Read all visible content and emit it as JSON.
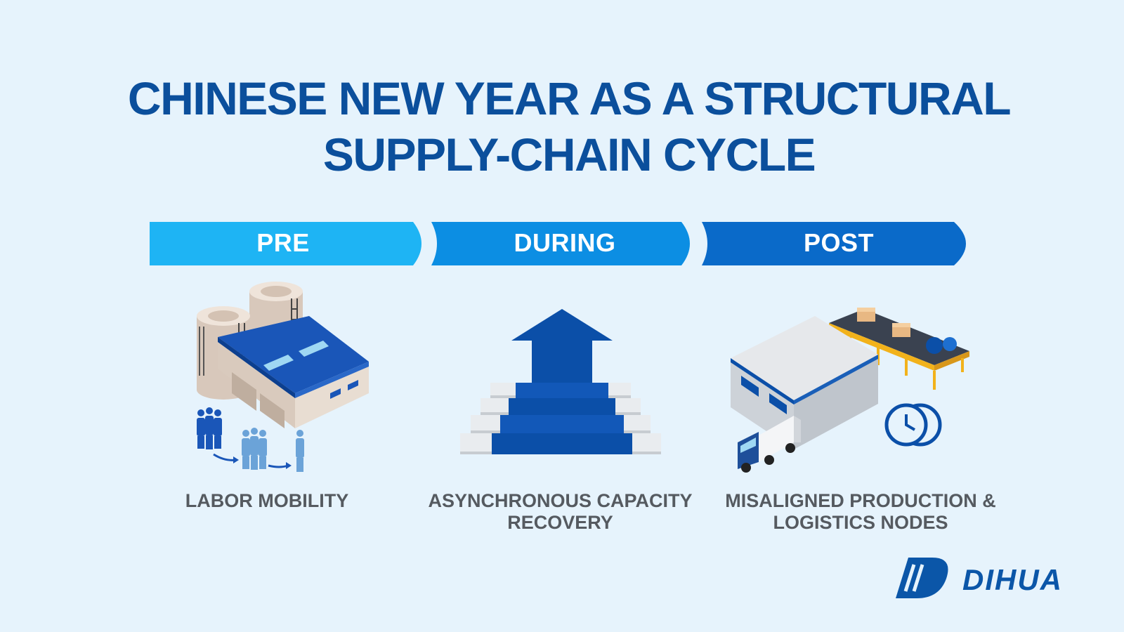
{
  "title": {
    "line1": "CHINESE NEW YEAR AS A STRUCTURAL",
    "line2": "SUPPLY-CHAIN CYCLE"
  },
  "phases": [
    {
      "label": "PRE",
      "color": "#1eb4f4",
      "caption_line1": "LABOR MOBILITY",
      "caption_line2": ""
    },
    {
      "label": "DURING",
      "color": "#0c8ee3",
      "caption_line1": "ASYNCHRONOUS CAPACITY",
      "caption_line2": "RECOVERY"
    },
    {
      "label": "POST",
      "color": "#0a6ac9",
      "caption_line1": "MISALIGNED PRODUCTION &",
      "caption_line2": "LOGISTICS NODES"
    }
  ],
  "illustrations": [
    "factory-workers-icon",
    "stairs-up-arrow-icon",
    "warehouse-truck-conveyor-clock-icon"
  ],
  "brand": {
    "name": "DIHUA",
    "color": "#0b56a8"
  },
  "colors": {
    "title": "#0b4f9c",
    "background": "#e6f3fc",
    "caption": "#555a60"
  }
}
